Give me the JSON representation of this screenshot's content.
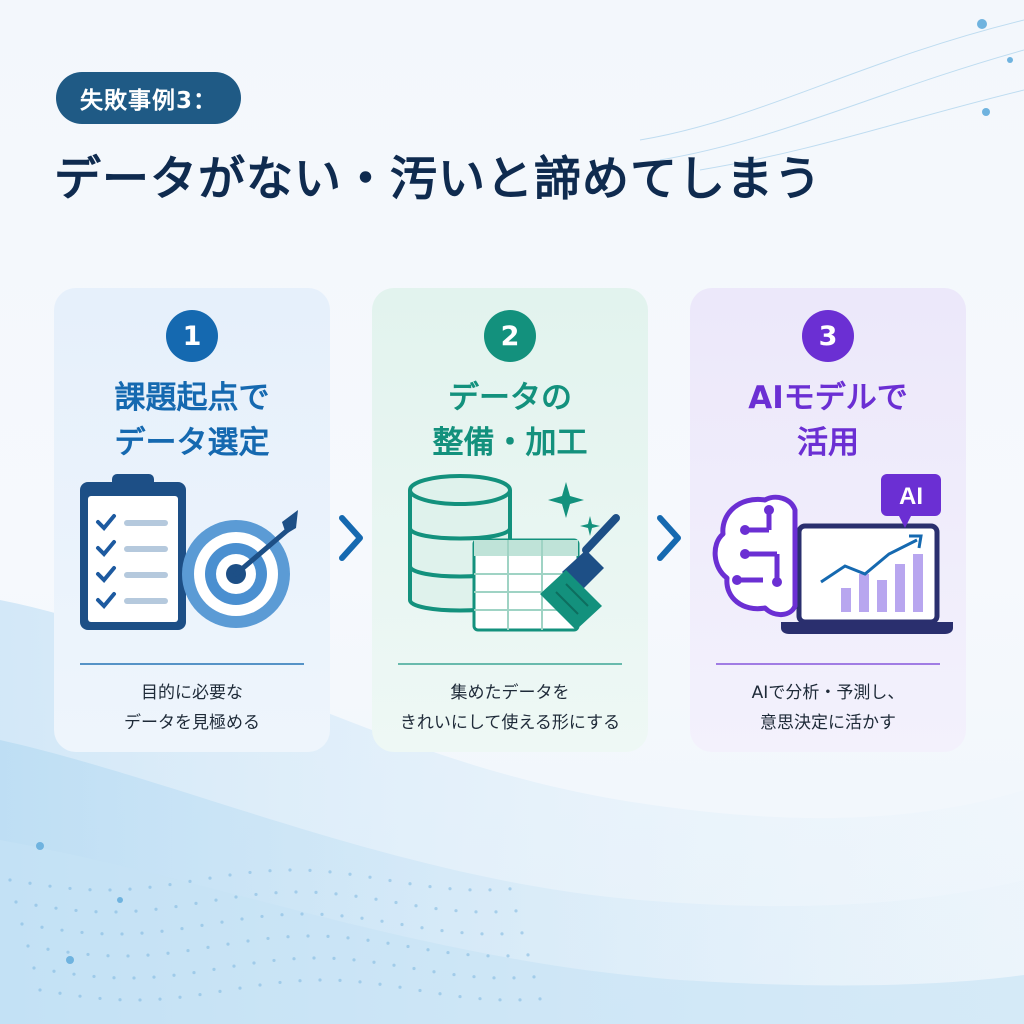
{
  "header": {
    "badge": "失敗事例3：",
    "title": "データがない・汚いと諦めてしまう"
  },
  "colors": {
    "navy": "#0f2b4f",
    "badge_bg": "#1f5a85",
    "blue": "#1569b0",
    "teal": "#13917d",
    "purple": "#6b2fd3"
  },
  "steps": [
    {
      "number": "1",
      "title_line1": "課題起点で",
      "title_line2": "データ選定",
      "desc_line1": "目的に必要な",
      "desc_line2": "データを見極める",
      "icons": [
        "clipboard-checklist-icon",
        "target-arrow-icon"
      ]
    },
    {
      "number": "2",
      "title_line1": "データの",
      "title_line2": "整備・加工",
      "desc_line1": "集めたデータを",
      "desc_line2": "きれいにして使える形にする",
      "icons": [
        "database-icon",
        "spreadsheet-icon",
        "broom-icon",
        "sparkle-icon"
      ]
    },
    {
      "number": "3",
      "title_line1": "AIモデルで",
      "title_line2": "活用",
      "desc_line1": "AIで分析・予測し、",
      "desc_line2": "意思決定に活かす",
      "ai_label": "AI",
      "icons": [
        "brain-circuit-icon",
        "laptop-chart-icon",
        "ai-chat-bubble-icon"
      ]
    }
  ]
}
